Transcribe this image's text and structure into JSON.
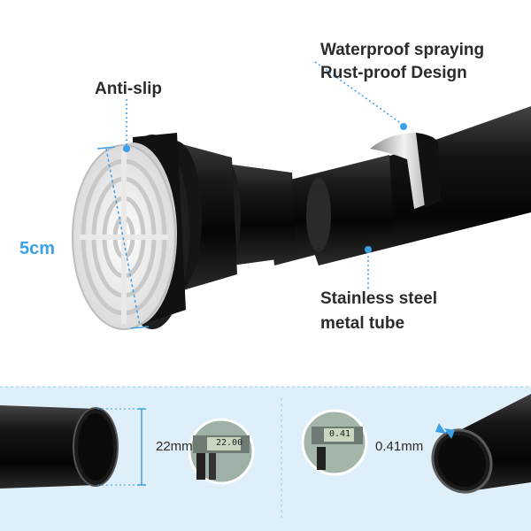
{
  "labels": {
    "anti_slip": "Anti-slip",
    "waterproof_line1": "Waterproof spraying",
    "waterproof_line2": "Rust-proof Design",
    "stainless_line1": "Stainless steel",
    "stainless_line2": "metal tube",
    "diameter": "5cm"
  },
  "measurements": {
    "tube_diameter": "22mm",
    "wall_thickness": "0.41mm",
    "caliper_reading_1": "22.00",
    "caliper_reading_2": "0.41"
  },
  "colors": {
    "accent": "#3aa0e8",
    "panel_bg": "#dfeff9",
    "tube": "#111111",
    "text": "#2b2b2b"
  },
  "icons": [
    "rubber-pad-icon",
    "caliper-photo-icon"
  ]
}
